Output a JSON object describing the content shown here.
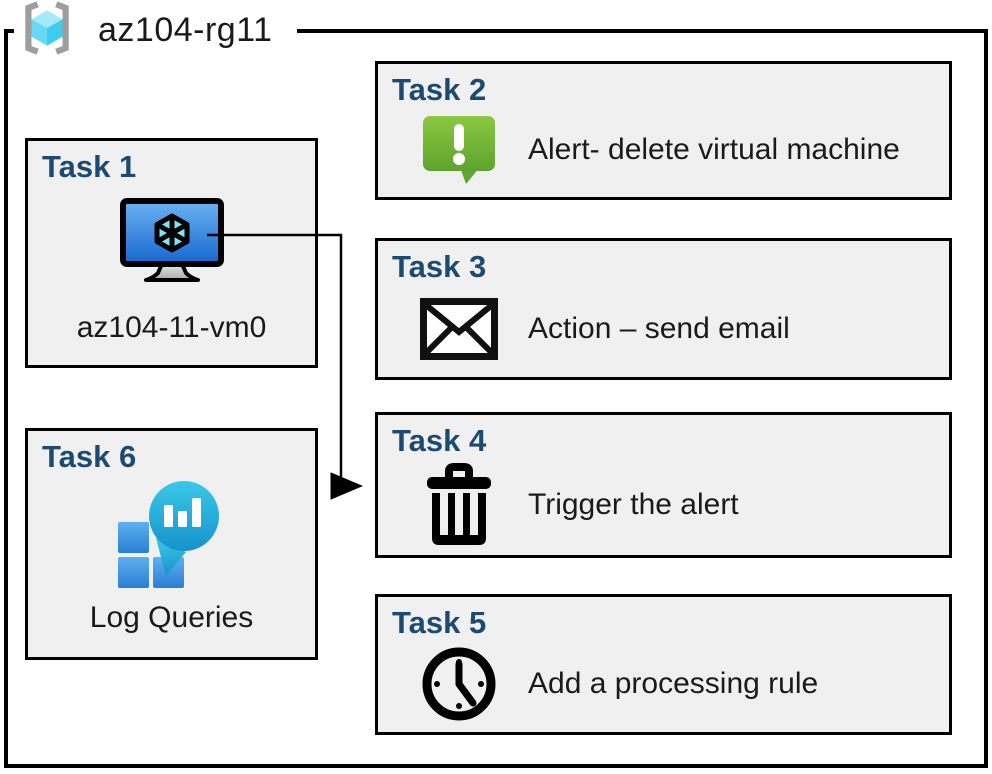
{
  "header": {
    "title": "az104-rg11",
    "icon": "resource-group-icon"
  },
  "tasks": [
    {
      "label": "Task 1",
      "icon": "virtual-machine-icon",
      "text": "az104-11-vm0"
    },
    {
      "label": "Task 2",
      "icon": "alert-icon",
      "text": "Alert- delete virtual machine"
    },
    {
      "label": "Task 3",
      "icon": "email-icon",
      "text": "Action – send email"
    },
    {
      "label": "Task 4",
      "icon": "trash-icon",
      "text": "Trigger the alert"
    },
    {
      "label": "Task 5",
      "icon": "clock-icon",
      "text": "Add a processing rule"
    },
    {
      "label": "Task 6",
      "icon": "log-analytics-icon",
      "text": "Log Queries"
    }
  ],
  "connector": {
    "from": "Task 1",
    "to": "Task 4"
  },
  "colors": {
    "task_label": "#1b4a73",
    "box_fill": "#f0f0f0",
    "alert_green_top": "#8bc841",
    "alert_green_bottom": "#5ea32e",
    "vm_screen_top": "#6cb2f2",
    "vm_screen_bottom": "#1767cf",
    "log_square_top": "#5db0f0",
    "log_square_bottom": "#2a7fd4",
    "log_balloon_top": "#3cc8e8",
    "log_balloon_bottom": "#1593cc",
    "rg_cube_top": "#a5e8f8",
    "rg_cube_left": "#67d9f3",
    "rg_cube_right": "#3ecdee",
    "rg_bracket": "#9e9e9e"
  }
}
